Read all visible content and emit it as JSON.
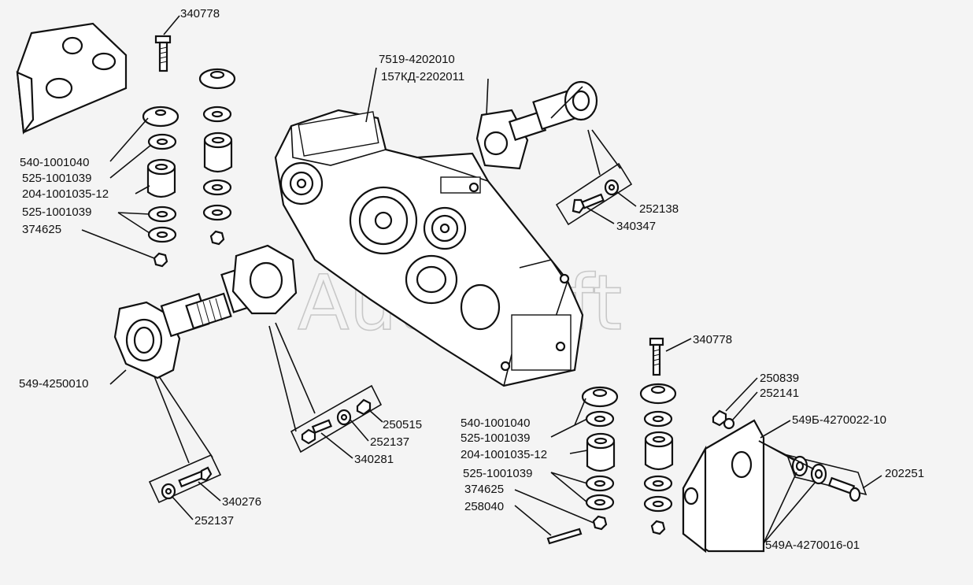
{
  "watermark": "AutoSoft",
  "labels": {
    "bolt_top_left": "340778",
    "cushion_upper_left": "540-1001040",
    "washer_upper_left": "525-1001039",
    "bushing_left": "204-1001035-12",
    "washer_lower_left": "525-1001039",
    "nut_left": "374625",
    "gearbox": "7519-4202010",
    "cardan_top": "157КД-2202011",
    "washer_top_right": "252138",
    "bolt_top_right": "340347",
    "cardan_left": "549-4250010",
    "nut_mid": "250515",
    "washer_mid": "252137",
    "bolt_mid": "340281",
    "bolt_bottom_left": "340276",
    "washer_bottom_left": "252137",
    "bolt_right": "340778",
    "nut_right": "250839",
    "washer_right": "252141",
    "bracket_right": "549Б-4270022-10",
    "cushion_upper_right": "540-1001040",
    "washer_upper_right": "525-1001039",
    "bushing_right": "204-1001035-12",
    "washer_lower_right": "525-1001039",
    "nut_lower_right": "374625",
    "cotter_pin": "258040",
    "bolt_far_right": "202251",
    "washers_far_right": "549А-4270016-01"
  }
}
